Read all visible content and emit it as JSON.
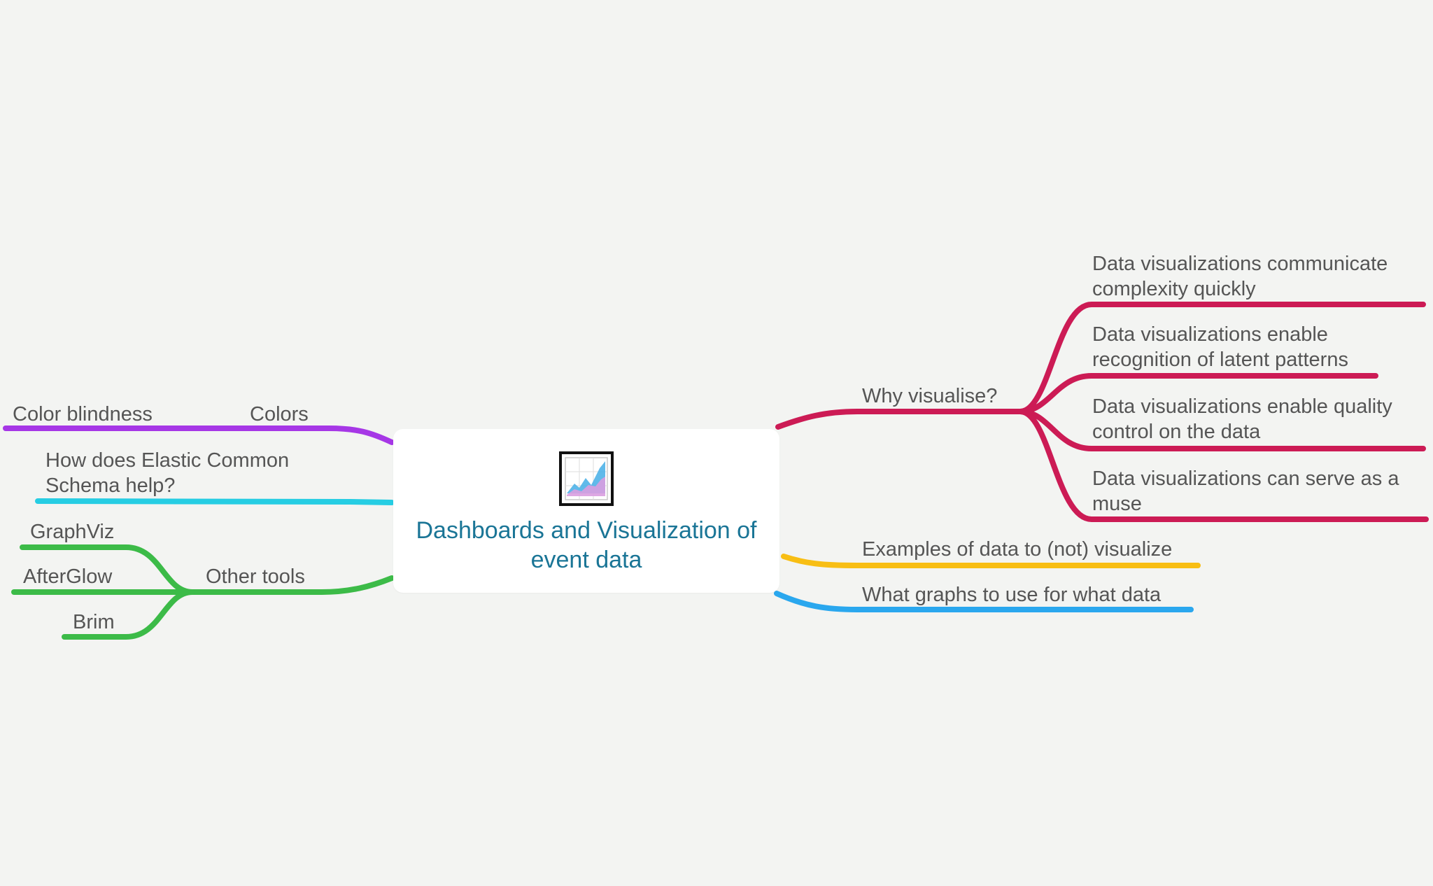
{
  "central": {
    "title": "Dashboards and Visualization of event data",
    "icon": "area-chart-icon"
  },
  "branches": {
    "why_visualise": {
      "label": "Why visualise?",
      "color": "#cc1b55",
      "children": [
        "Data visualizations communicate complexity quickly",
        "Data visualizations enable recognition of latent patterns",
        "Data visualizations enable quality control on the data",
        "Data visualizations can serve as a muse"
      ]
    },
    "examples": {
      "label": "Examples of data to (not) visualize",
      "color": "#f8be14"
    },
    "what_graphs": {
      "label": "What graphs to use for what data",
      "color": "#2aa7ee"
    },
    "colors": {
      "label": "Colors",
      "color": "#a637e6",
      "children": [
        "Color blindness"
      ]
    },
    "ecs": {
      "label": "How does Elastic Common Schema help?",
      "color": "#26cde3"
    },
    "other_tools": {
      "label": "Other tools",
      "color": "#3cbb48",
      "children": [
        "GraphViz",
        "AfterGlow",
        "Brim"
      ]
    }
  }
}
